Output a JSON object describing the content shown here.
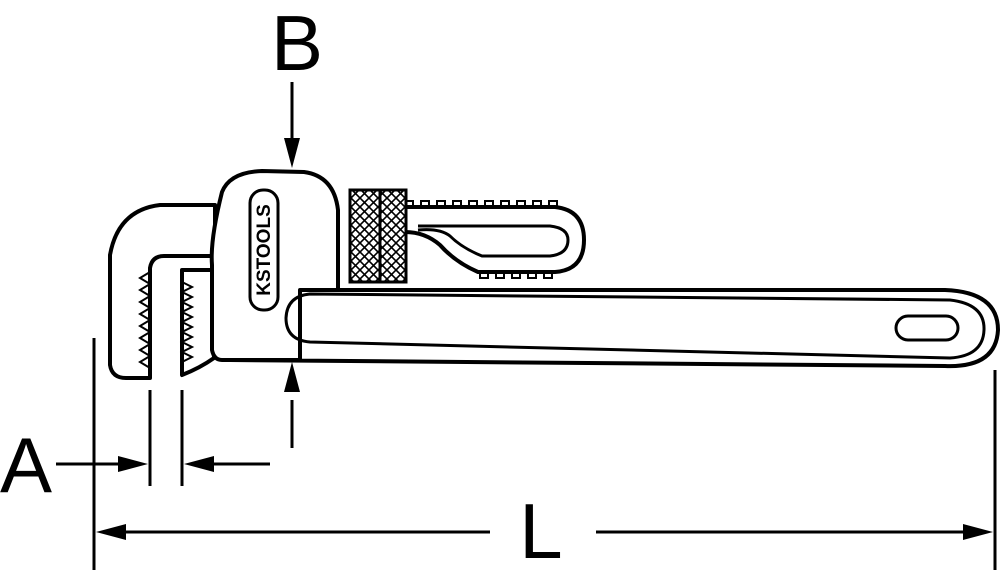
{
  "labels": {
    "a": "A",
    "b": "B",
    "l": "L"
  },
  "brand": {
    "text": "KSTOOLS"
  },
  "colors": {
    "ink": "#000000",
    "background": "#ffffff"
  }
}
